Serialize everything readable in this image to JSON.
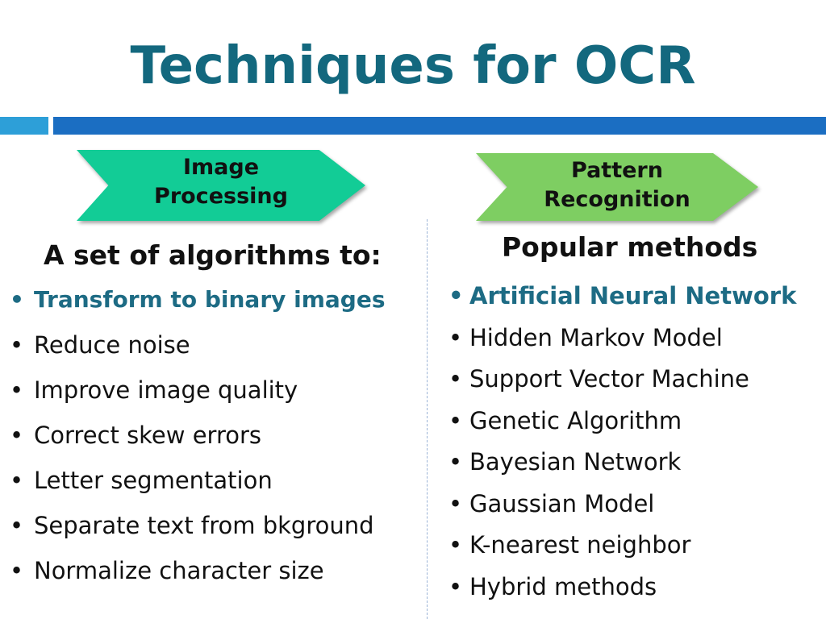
{
  "title": "Techniques for OCR",
  "left": {
    "chevron_line1": "Image",
    "chevron_line2": "Processing",
    "heading": "A set of algorithms to:",
    "items": [
      "Transform to binary images",
      "Reduce noise",
      "Improve image quality",
      "Correct skew errors",
      "Letter segmentation",
      "Separate text from bkground",
      "Normalize character size"
    ]
  },
  "right": {
    "chevron_line1": "Pattern",
    "chevron_line2": "Recognition",
    "heading": "Popular methods",
    "items": [
      "Artificial Neural Network",
      "Hidden Markov Model",
      "Support Vector Machine",
      "Genetic Algorithm",
      "Bayesian Network",
      "Gaussian Model",
      "K-nearest neighbor",
      "Hybrid methods"
    ]
  },
  "bullet": "•",
  "colors": {
    "title": "#13687e",
    "highlight": "#1d6b84",
    "chevron_left": "#12cc96",
    "chevron_right": "#7ece62",
    "bar_accent": "#2d9fd8",
    "bar_main": "#1b6ec2"
  }
}
